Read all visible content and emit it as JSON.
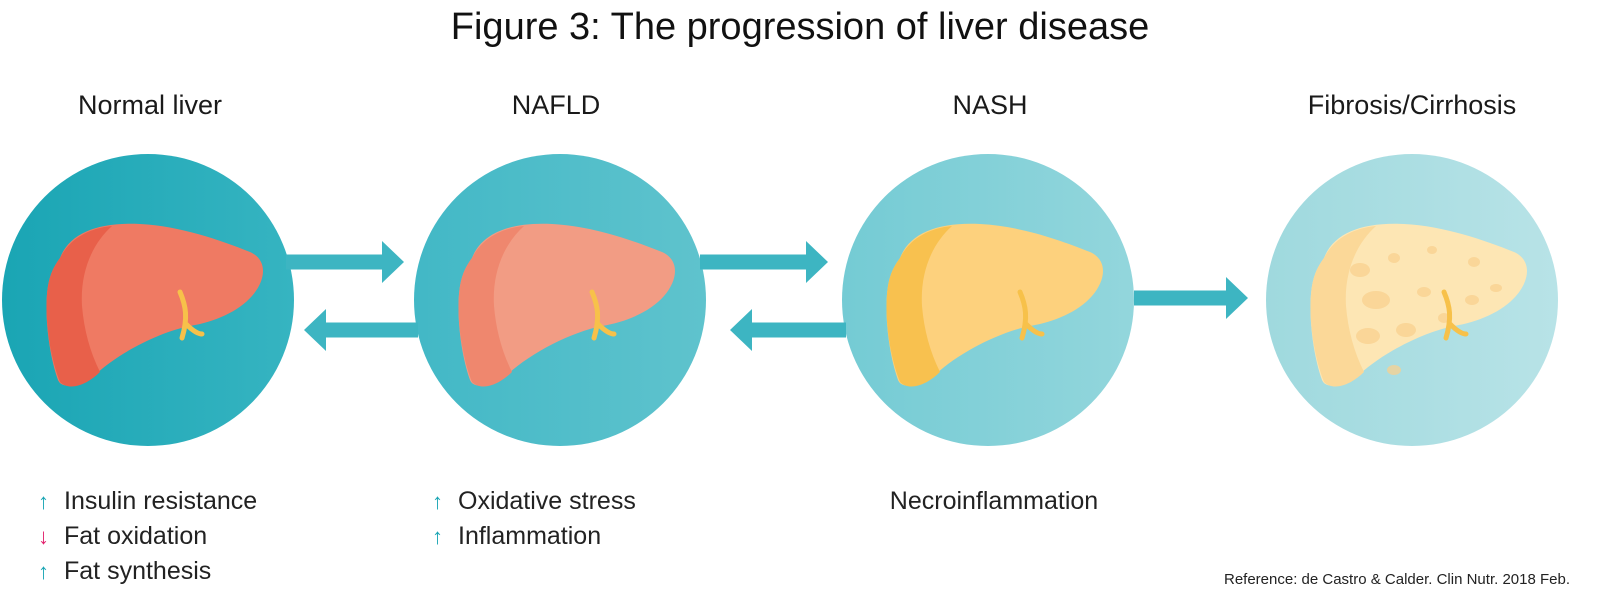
{
  "title": "Figure 3: The progression of liver disease",
  "stages": [
    {
      "label": "Normal liver",
      "circle_color_start": "#1aa5b4",
      "circle_color_end": "#36b4c1",
      "liver_main": "#ef7a63",
      "liver_shade": "#e8604a"
    },
    {
      "label": "NAFLD",
      "circle_color_start": "#42b8c6",
      "circle_color_end": "#5fc3cd",
      "liver_main": "#f29c84",
      "liver_shade": "#ef876e"
    },
    {
      "label": "NASH",
      "circle_color_start": "#74cbd4",
      "circle_color_end": "#93d6dc",
      "liver_main": "#fdd17d",
      "liver_shade": "#f8c14f"
    },
    {
      "label": "Fibrosis/Cirrhosis",
      "circle_color_start": "#9fd9de",
      "circle_color_end": "#b8e3e7",
      "liver_main": "#fde6b4",
      "liver_shade": "#fbd898"
    }
  ],
  "effects": {
    "normal": [
      {
        "arrow": "up",
        "text": "Insulin resistance"
      },
      {
        "arrow": "down",
        "text": "Fat oxidation"
      },
      {
        "arrow": "up",
        "text": "Fat synthesis"
      }
    ],
    "nafld": [
      {
        "arrow": "up",
        "text": "Oxidative stress"
      },
      {
        "arrow": "up",
        "text": "Inflammation"
      }
    ],
    "nash": "Necroinflammation"
  },
  "arrow_symbols": {
    "up": "↑",
    "down": "↓"
  },
  "colors": {
    "arrow_teal": "#3db5c2",
    "bile_duct": "#f7c14a"
  },
  "reference": "Reference: de Castro & Calder. Clin Nutr. 2018 Feb."
}
